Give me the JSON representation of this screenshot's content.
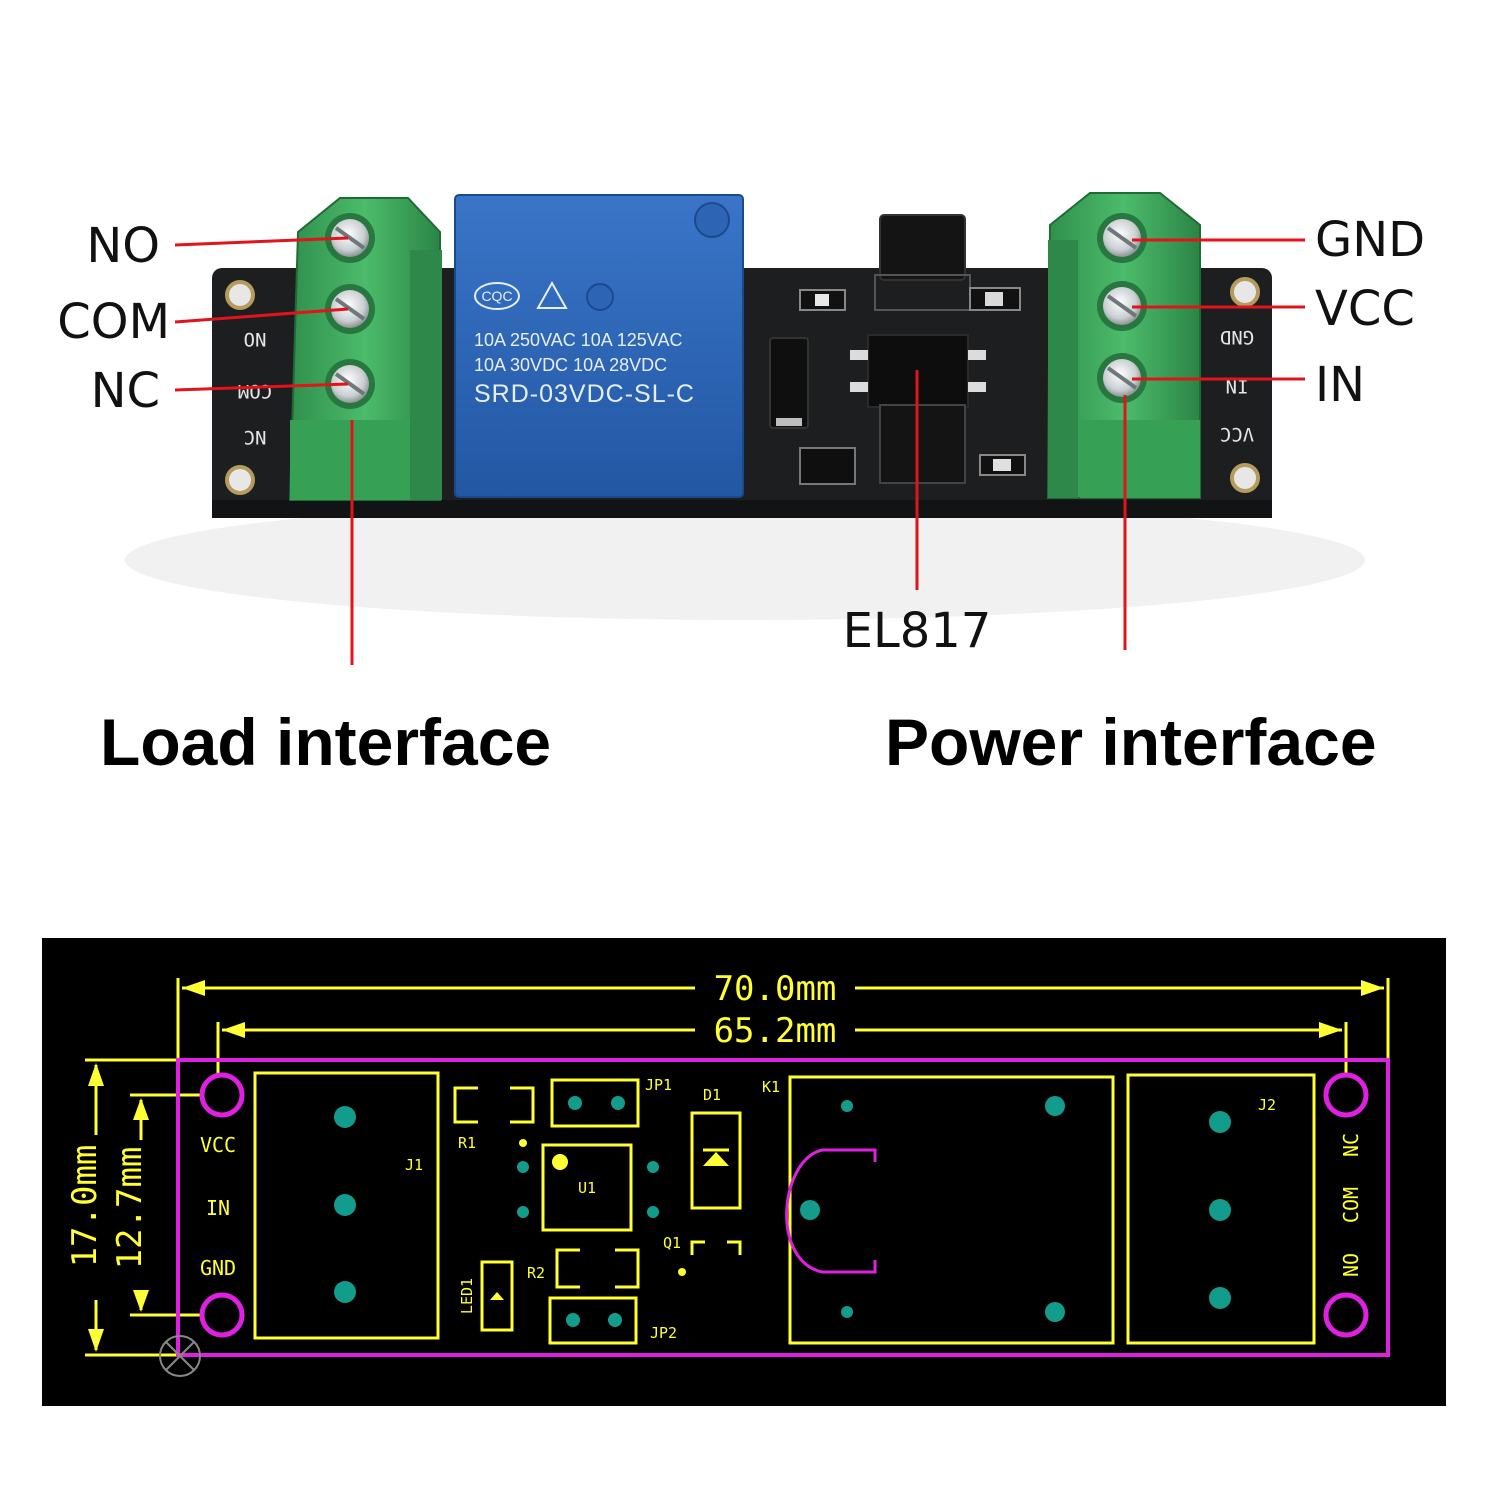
{
  "photo": {
    "load_pins": [
      "NO",
      "COM",
      "NC"
    ],
    "power_pins": [
      "GND",
      "VCC",
      "IN"
    ],
    "chip_label": "EL817",
    "load_caption": "Load interface",
    "power_caption": "Power interface",
    "relay": {
      "cert_mark": "CQC",
      "rating_line1": "10A 250VAC  10A 125VAC",
      "rating_line2": "10A   30VDC  10A 28VDC",
      "model": "SRD-03VDC-SL-C"
    },
    "silk_left": [
      "NO",
      "COM",
      "NC"
    ],
    "silk_right": [
      "GND",
      "IN",
      "VCC"
    ]
  },
  "drawing": {
    "dim_width": "70.0mm",
    "dim_hole_spacing": "65.2mm",
    "dim_height": "17.0mm",
    "dim_hole_height": "12.7mm",
    "left_pins": [
      "VCC",
      "IN",
      "GND"
    ],
    "right_pins": [
      "NC",
      "COM",
      "NO"
    ],
    "refs": {
      "j1": "J1",
      "j2": "J2",
      "r1": "R1",
      "r2": "R2",
      "jp1": "JP1",
      "jp2": "JP2",
      "d1": "D1",
      "k1": "K1",
      "u1": "U1",
      "q1": "Q1",
      "led1": "LED1"
    }
  },
  "colors": {
    "callout_line": "#e0141a",
    "pcb_black": "#17181a",
    "terminal_green": "#3aa65a",
    "relay_blue": "#2a63b4",
    "drawing_yellow": "#ffff33",
    "drawing_magenta": "#e020e0",
    "pad_teal": "#139c8c"
  }
}
